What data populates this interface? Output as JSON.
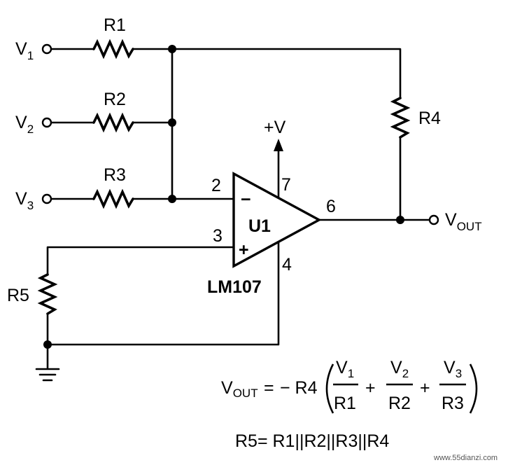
{
  "inputs": [
    {
      "symbol": "V",
      "index": "1"
    },
    {
      "symbol": "V",
      "index": "2"
    },
    {
      "symbol": "V",
      "index": "3"
    }
  ],
  "resistors": {
    "r1": "R1",
    "r2": "R2",
    "r3": "R3",
    "r4": "R4",
    "r5": "R5"
  },
  "opamp": {
    "designator": "U1",
    "part": "LM107",
    "inverting_symbol": "−",
    "noninverting_symbol": "+",
    "pins": {
      "inverting": "2",
      "noninverting": "3",
      "output": "6",
      "supply_pos": "7",
      "supply_neg": "4"
    }
  },
  "supply_label": "+V",
  "output": {
    "symbol": "V",
    "subscript": "OUT"
  },
  "equations": {
    "vout": {
      "lhs_symbol": "V",
      "lhs_subscript": "OUT",
      "equals": "=",
      "prefix": "− R4",
      "plus": "+",
      "fractions": [
        {
          "num_symbol": "V",
          "num_index": "1",
          "den": "R1"
        },
        {
          "num_symbol": "V",
          "num_index": "2",
          "den": "R2"
        },
        {
          "num_symbol": "V",
          "num_index": "3",
          "den": "R3"
        }
      ]
    },
    "r5": "R5= R1||R2||R3||R4"
  },
  "watermark": "www.55dianzi.com"
}
